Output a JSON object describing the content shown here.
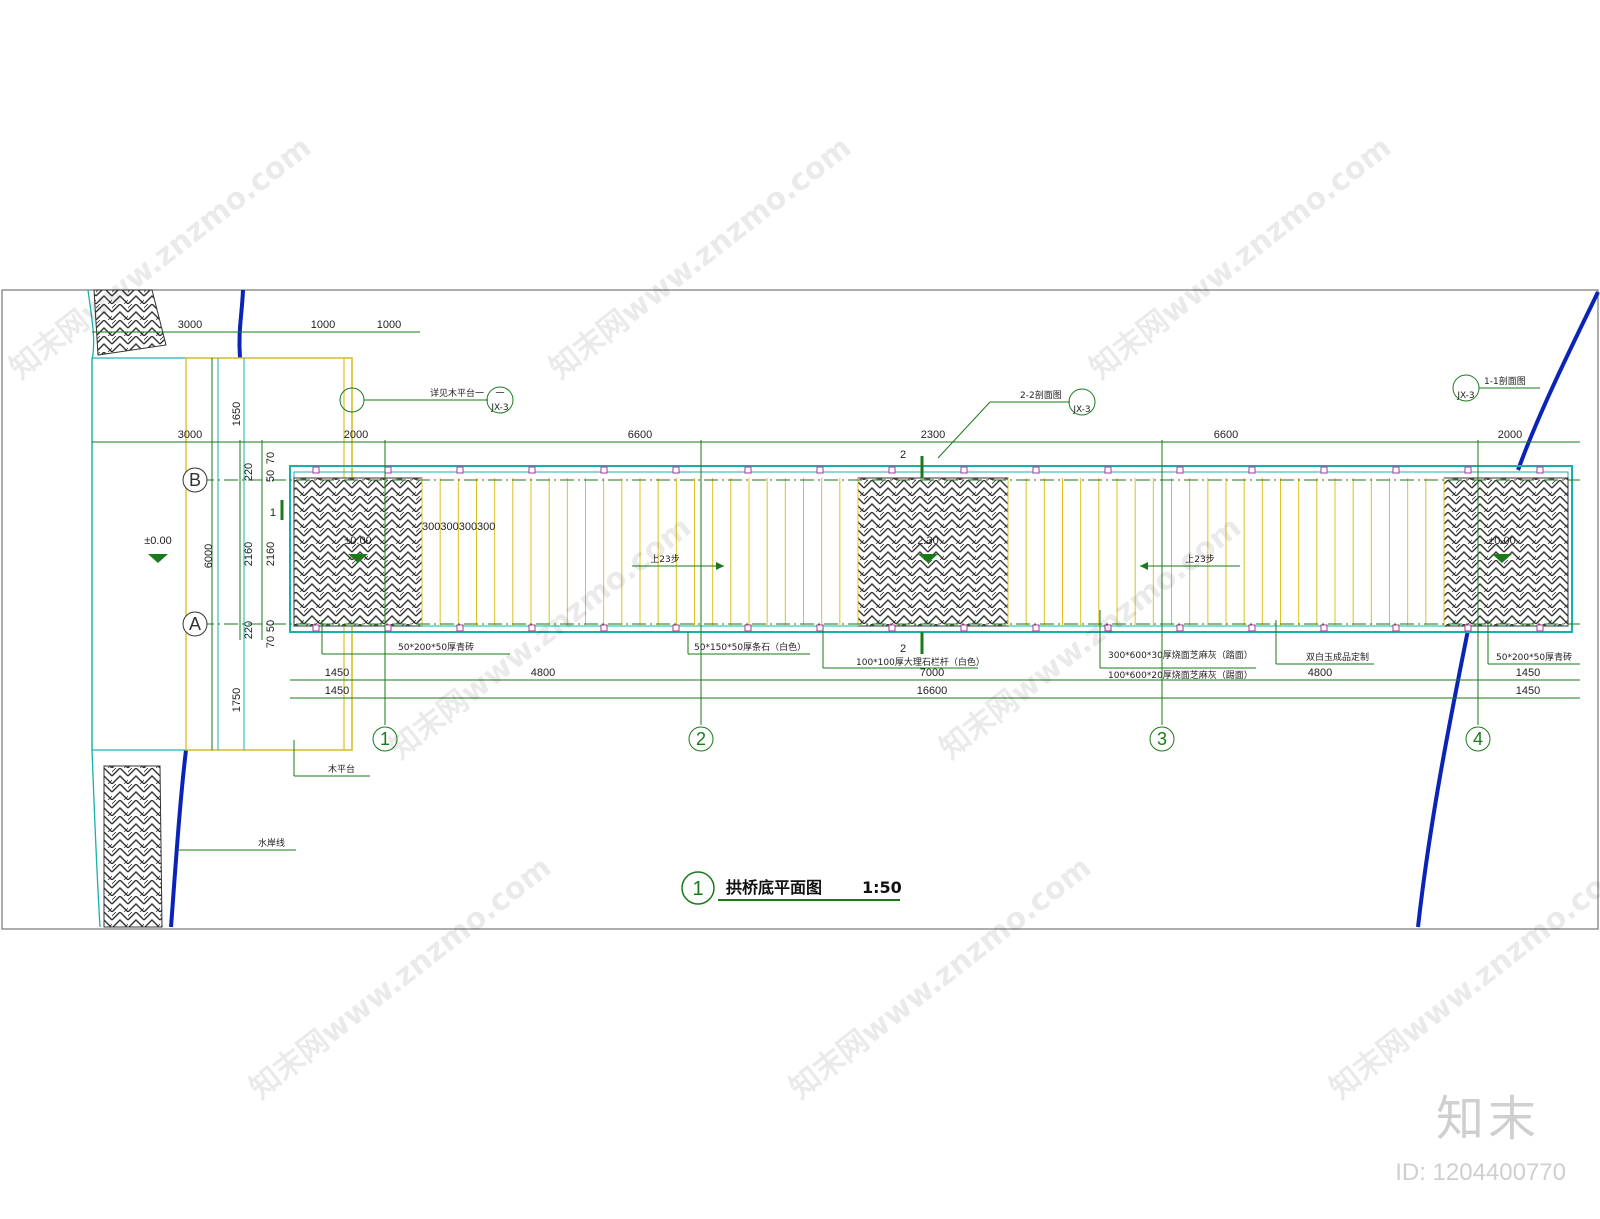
{
  "drawing": {
    "title": "拱桥底平面图",
    "title_number": "1",
    "scale": "1:50"
  },
  "dims_top": {
    "row1": [
      "3000",
      "1000",
      "1000"
    ],
    "row2": [
      "3000",
      "2000",
      "6600",
      "2300",
      "6600",
      "2000"
    ]
  },
  "dims_left": {
    "outer": [
      "1650",
      "6000",
      "1750"
    ],
    "inner": [
      "220",
      "2160",
      "220"
    ],
    "inner2": [
      "2160"
    ],
    "small": [
      "70",
      "50",
      "50",
      "70"
    ]
  },
  "dims_bottom": {
    "row1": [
      "1450",
      "4800",
      "7000",
      "4800",
      "1450"
    ],
    "row2": [
      "1450",
      "16600",
      "1450"
    ]
  },
  "axes": {
    "rows": [
      "A",
      "B"
    ],
    "columns": [
      "1",
      "2",
      "3",
      "4"
    ]
  },
  "levels": [
    "±0.00",
    "±0.00",
    "2.30",
    "±0.00"
  ],
  "steps": [
    "上23步",
    "上23步"
  ],
  "spacing_label": "300300300300",
  "section_marks": [
    "2",
    "2",
    "1"
  ],
  "notes": {
    "see_platform": "详见木平台一",
    "platform_ref": "一",
    "section_2_2": "2-2剖面图",
    "section_1_1": "1-1剖面图",
    "ref_sheet": "JX-3",
    "brick1": "50*200*50厚青砖",
    "stone_strip": "50*150*50厚条石（白色）",
    "railing": "100*100厚大理石栏杆（白色）",
    "slab1": "300*600*30厚烧面芝麻灰（踏面）",
    "slab2": "100*600*20厚烧面芝麻灰（踢面）",
    "marble": "双白玉成品定制",
    "brick2": "50*200*50厚青砖",
    "wood_platform": "木平台",
    "shoreline": "水岸线"
  },
  "watermark": {
    "text": "知末网www.znzmo.com",
    "brand": "知末",
    "id_label": "ID: 1204400770"
  }
}
